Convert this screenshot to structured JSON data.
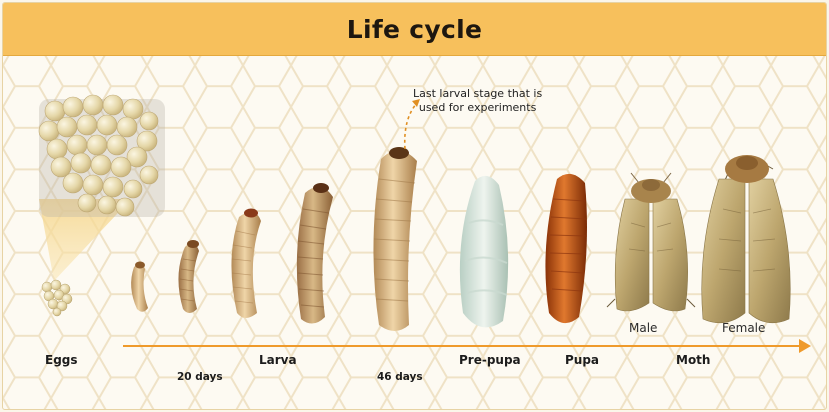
{
  "title": "Life cycle",
  "annotation": {
    "line1": "Last  larval stage that is",
    "line2": "used for experiments"
  },
  "stages": {
    "eggs": "Eggs",
    "larva": "Larva",
    "prepupa": "Pre-pupa",
    "pupa": "Pupa",
    "moth": "Moth"
  },
  "durations": {
    "first": "20 days",
    "second": "46 days"
  },
  "moths": {
    "male": "Male",
    "female": "Female"
  },
  "colors": {
    "banner": "#f7c05c",
    "arrow": "#ef9a2b",
    "honeycomb": "#f1e6cf",
    "egg": "#e7dcb6",
    "larva": "#d9b987",
    "pupa": "#c4581c",
    "prepupa": "#d9e6dc"
  }
}
